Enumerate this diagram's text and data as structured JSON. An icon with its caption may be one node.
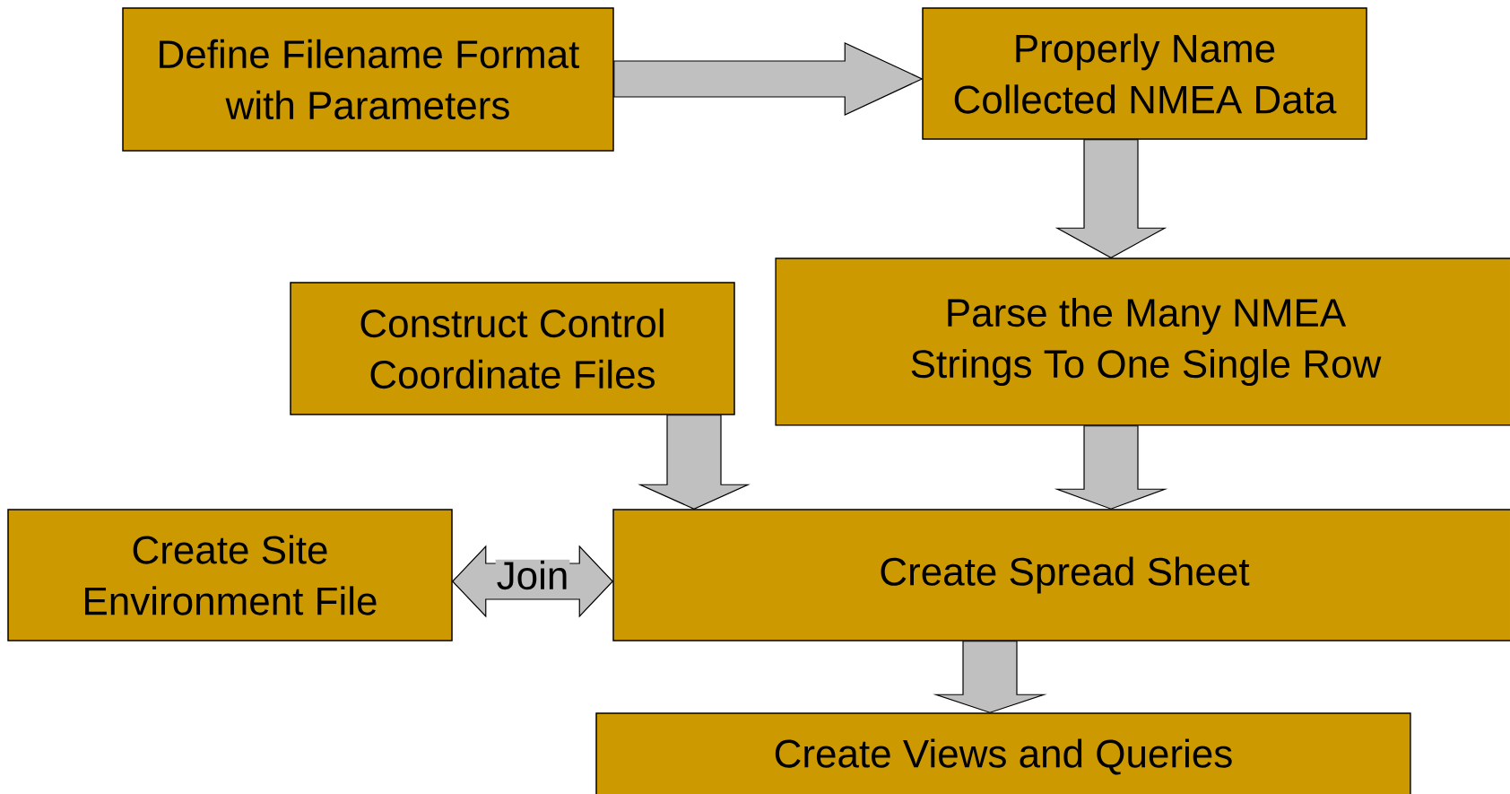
{
  "diagram": {
    "nodes": [
      {
        "text": [
          "Define Filename Format with Parameters"
        ]
      },
      {
        "text": [
          "Properly Name Collected NMEA Data"
        ]
      },
      {
        "text": [
          "Parse the Many NMEA Strings To One Single Row"
        ]
      },
      {
        "text": [
          "Construct Control Coordinate Files"
        ]
      },
      {
        "text": [
          "Create Site Environment File"
        ]
      },
      {
        "text": [
          "Create Spread Sheet"
        ]
      },
      {
        "text": [
          "Create Views and Queries"
        ]
      }
    ],
    "edges": [
      {
        "from": 0,
        "to": 1,
        "arrow": "to"
      },
      {
        "from": 1,
        "to": 2,
        "arrow": "to"
      },
      {
        "from": 3,
        "to": 5,
        "arrow": "to"
      },
      {
        "from": 2,
        "to": 5,
        "arrow": "to"
      },
      {
        "from": 4,
        "to": 5,
        "arrow": "both",
        "label": "Join"
      },
      {
        "from": 5,
        "to": 6,
        "arrow": "to"
      }
    ]
  }
}
